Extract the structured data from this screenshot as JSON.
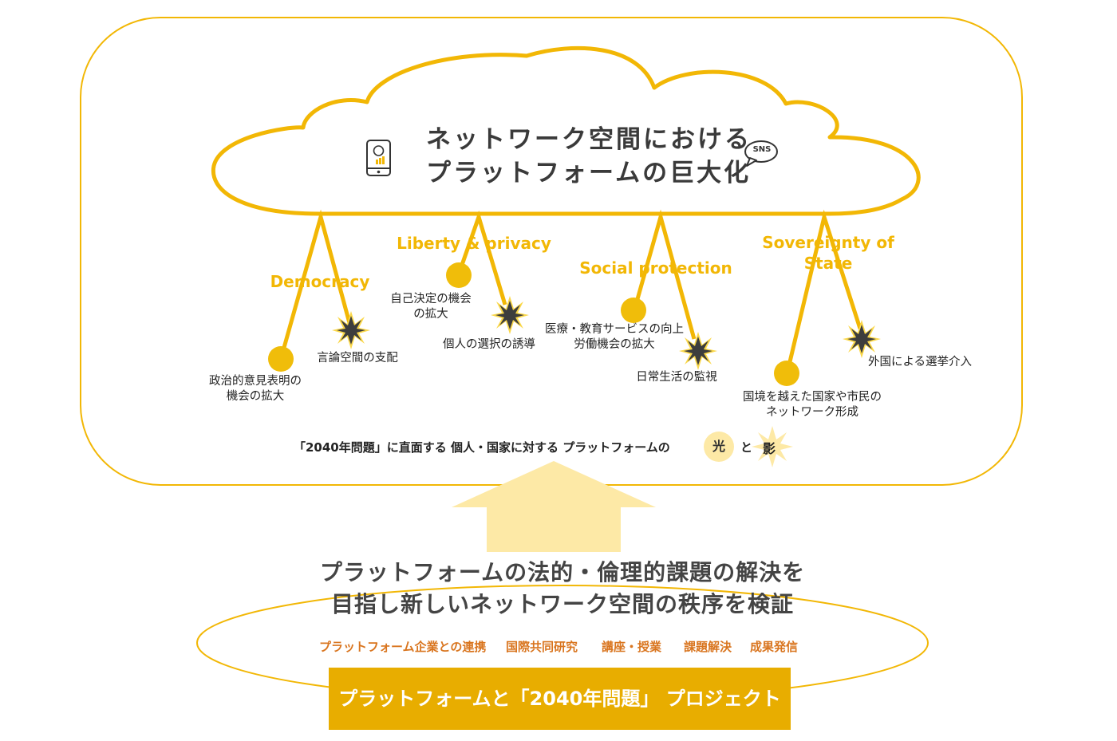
{
  "cloud": {
    "title_line1": "ネットワーク空間における",
    "title_line2": "プラットフォームの巨大化",
    "sns_badge": "SNS",
    "phone_icon": "smartphone-icon"
  },
  "pillars": {
    "democracy": {
      "label": "Democracy",
      "light": [
        "政治的意見表明の",
        "機会の拡大"
      ],
      "shadow": "言論空間の支配"
    },
    "liberty": {
      "label": "Liberty & privacy",
      "light": [
        "自己決定の機会",
        "の拡大"
      ],
      "shadow": "個人の選択の誘導"
    },
    "social": {
      "label": "Social protection",
      "light": [
        "医療・教育サービスの向上",
        "労働機会の拡大"
      ],
      "shadow": "日常生活の監視"
    },
    "sovereignty": {
      "label_line1": "Sovereignty of",
      "label_line2": "State",
      "light": [
        "国境を越えた国家や市民の",
        "ネットワーク形成"
      ],
      "shadow": "外国による選挙介入"
    }
  },
  "summary": {
    "text": "「2040年問題」に直面する 個人・国家に対する プラットフォームの",
    "light_word": "光",
    "connector": "と",
    "shadow_word": "影"
  },
  "goal": {
    "line1": "プラットフォームの法的・倫理的課題の解決を",
    "line2": "目指し新しいネットワーク空間の秩序を検証"
  },
  "activities": {
    "item1": "プラットフォーム企業との連携",
    "item2": "国際共同研究",
    "item3": "講座・授業",
    "item4": "課題解決",
    "item5": "成果発信"
  },
  "project": {
    "name": "プラットフォームと「2040年問題」 プロジェクト"
  },
  "colors": {
    "accent": "#f2b705",
    "dot": "#f0bd0a",
    "shadow_burst": "#3d3d3d",
    "arrow": "#fde9a6",
    "activities_text": "#d9751f",
    "project_bar": "#e8ad00"
  }
}
